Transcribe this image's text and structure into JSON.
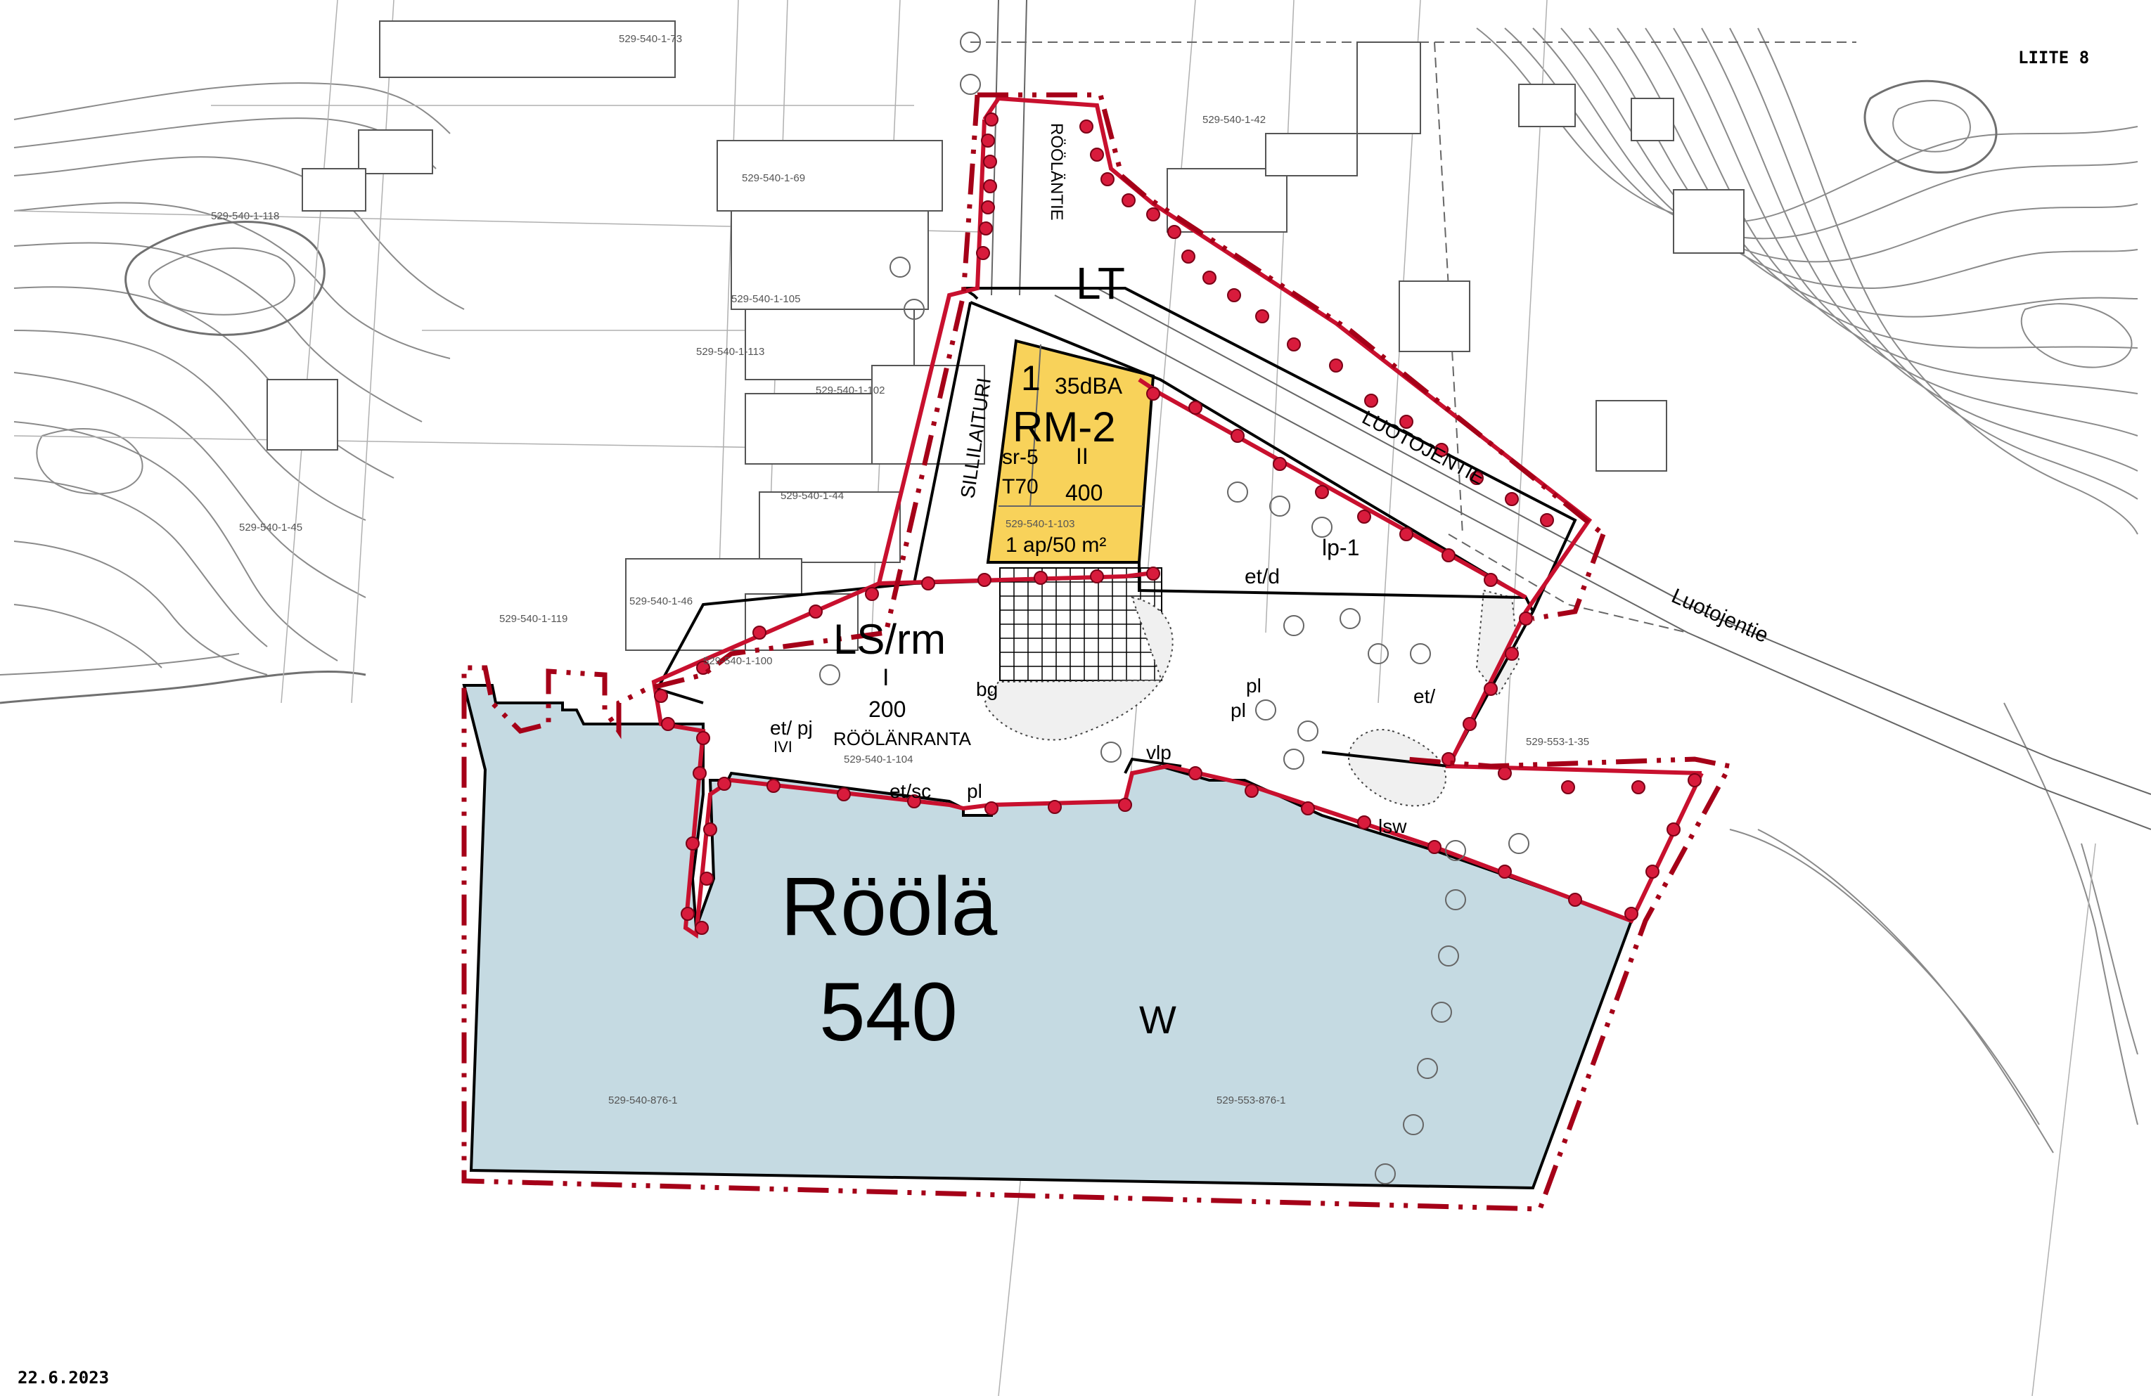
{
  "header": {
    "attachment_label": "LIITE 8",
    "date": "22.6.2023"
  },
  "colors": {
    "water": "#c5dae2",
    "residential": "#f8d25a",
    "plan_boundary": "#c8102e",
    "topography": "#8a8a8a"
  },
  "area": {
    "name": "Röölä",
    "number": "540"
  },
  "zones": {
    "lt": "LT",
    "lsrm": "LS/rm",
    "lsrm_floors": "I",
    "lsrm_area": "200",
    "lp1": "lp-1",
    "water": "W",
    "rm2_block": "1",
    "rm2_noise": "35dBA",
    "rm2_code": "RM-2",
    "rm2_sr": "sr-5",
    "rm2_t": "T70",
    "rm2_floors": "II",
    "rm2_area": "400",
    "rm2_parking": "1 ap/50 m²"
  },
  "street_names": {
    "roolantie": "RÖÖLÄNTIE",
    "sillilaituri": "SILLILAITURI",
    "luotojentie_upper": "LUOTOJENTIE",
    "luotojentie_lower": "Luotojentie",
    "roolanranta": "RÖÖLÄNRANTA"
  },
  "annotations": {
    "et_d": "et/d",
    "et_pj": "et/ pj",
    "et_sc": "et/sc",
    "pl_1": "pl",
    "pl_2": "pl",
    "pl_3": "pl",
    "bg": "bg",
    "vlp": "vlp",
    "lsw": "lsw",
    "ivi": "IVI",
    "et_right": "et/"
  },
  "parcels": [
    "529-540-1-73",
    "529-540-1-69",
    "529-540-1-42",
    "529-540-1-118",
    "529-540-1-105",
    "529-540-1-113",
    "529-540-1-102",
    "529-540-1-44",
    "529-540-1-46",
    "529-540-1-45",
    "529-540-1-119",
    "529-540-1-100",
    "529-540-1-104",
    "529-540-1-103",
    "529-553-1-35",
    "529-540-876-1",
    "529-553-876-1"
  ]
}
